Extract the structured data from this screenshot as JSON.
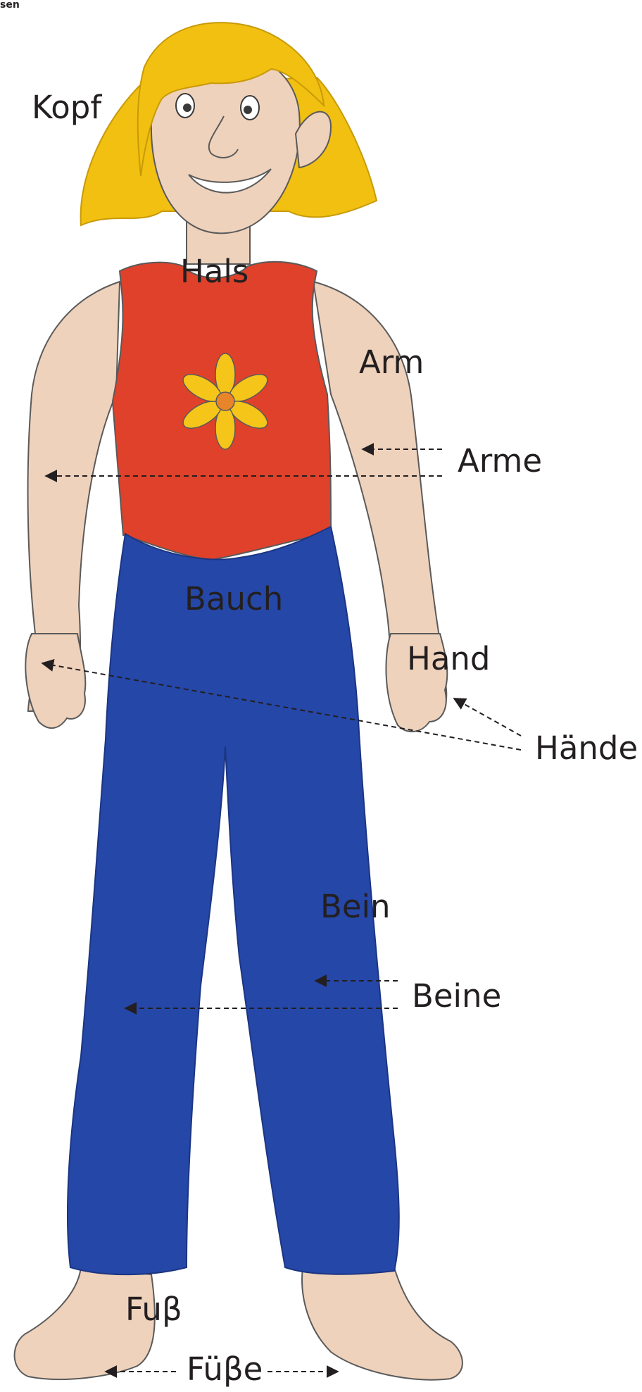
{
  "corner_text": "sen",
  "labels": {
    "kopf": "Kopf",
    "hals": "Hals",
    "arm": "Arm",
    "arme": "Arme",
    "bauch": "Bauch",
    "hand": "Hand",
    "haende": "Hände",
    "bein": "Bein",
    "beine": "Beine",
    "fuss": "Fuβ",
    "fuesse": "Füβe"
  },
  "colors": {
    "hair": "#f2c010",
    "skin": "#efd2bc",
    "shirt": "#e0412a",
    "flower_petal": "#f6c51a",
    "flower_center": "#e8842a",
    "pants": "#2547a8",
    "outline": "#5a5a5a",
    "text": "#231f20"
  }
}
